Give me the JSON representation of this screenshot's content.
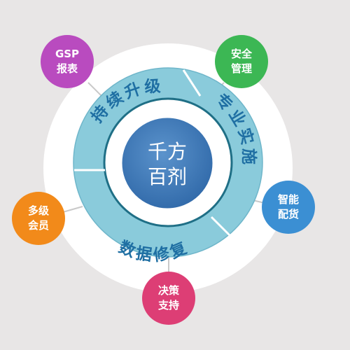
{
  "center": {
    "line1": "千方",
    "line2": "百剂",
    "color": "#3f78b8"
  },
  "ring": {
    "color": "#8acbdb",
    "segments": [
      {
        "label": "持续升级"
      },
      {
        "label": "专业实施"
      },
      {
        "label": "数据修复"
      }
    ]
  },
  "bubbles": [
    {
      "line1": "GSP",
      "line2": "报表",
      "color": "#b94bbf"
    },
    {
      "line1": "安全",
      "line2": "管理",
      "color": "#3cb754"
    },
    {
      "line1": "智能",
      "line2": "配货",
      "color": "#3b8fd3"
    },
    {
      "line1": "决策",
      "line2": "支持",
      "color": "#dd3e75"
    },
    {
      "line1": "多级",
      "line2": "会员",
      "color": "#f28a1a"
    }
  ]
}
